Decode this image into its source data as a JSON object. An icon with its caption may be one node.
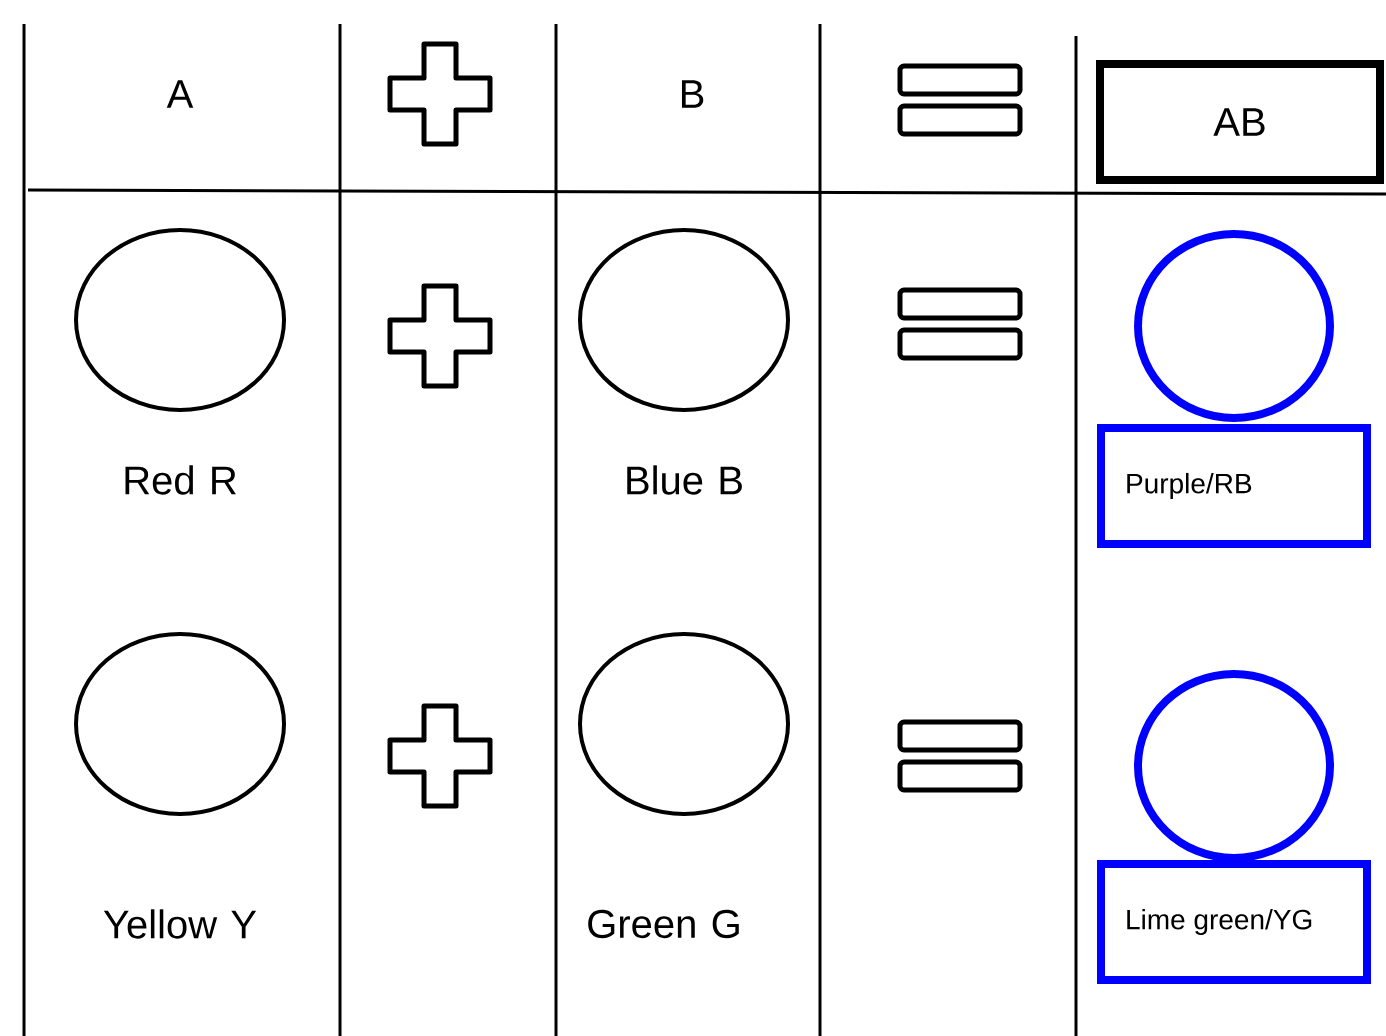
{
  "diagram": {
    "nodes": [
      {
        "text": [
          "AB"
        ]
      },
      {
        "text": [],
        "shape": "circle",
        "beside": [
          "Red R"
        ]
      },
      {
        "text": [],
        "shape": "circle",
        "beside": [
          "Blue B"
        ]
      },
      {
        "text": [],
        "shape": "circle"
      },
      {
        "text": [
          "Purple/RB"
        ]
      },
      {
        "text": [],
        "shape": "circle",
        "beside": [
          "Yellow Y"
        ]
      },
      {
        "text": [],
        "shape": "circle",
        "beside": [
          "Green G"
        ]
      },
      {
        "text": [],
        "shape": "circle"
      },
      {
        "text": [
          "Lime green/YG"
        ]
      }
    ],
    "labels": [
      "A",
      "B"
    ]
  }
}
